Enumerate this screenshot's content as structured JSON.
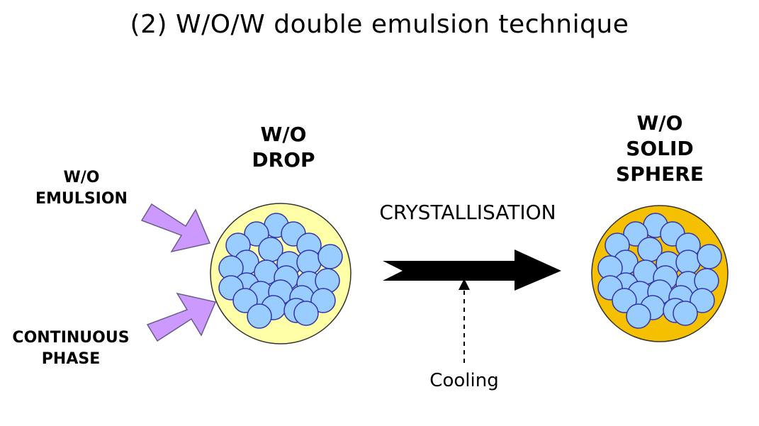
{
  "title": "(2) W/O/W double emulsion technique",
  "labels": {
    "emulsion_line1": "W/O",
    "emulsion_line2": "EMULSION",
    "continuous_line1": "CONTINUOUS",
    "continuous_line2": "PHASE",
    "drop_line1": "W/O",
    "drop_line2": "DROP",
    "sphere_line1": "W/O",
    "sphere_line2": "SOLID",
    "sphere_line3": "SPHERE",
    "process": "CRYSTALLISATION",
    "cooling": "Cooling"
  },
  "colors": {
    "drop_fill": "#ffffa8",
    "sphere_fill": "#f5c000",
    "droplet_fill": "#99ccff",
    "droplet_stroke": "#3333aa",
    "input_arrow": "#cc99ff",
    "main_arrow": "#000000"
  }
}
